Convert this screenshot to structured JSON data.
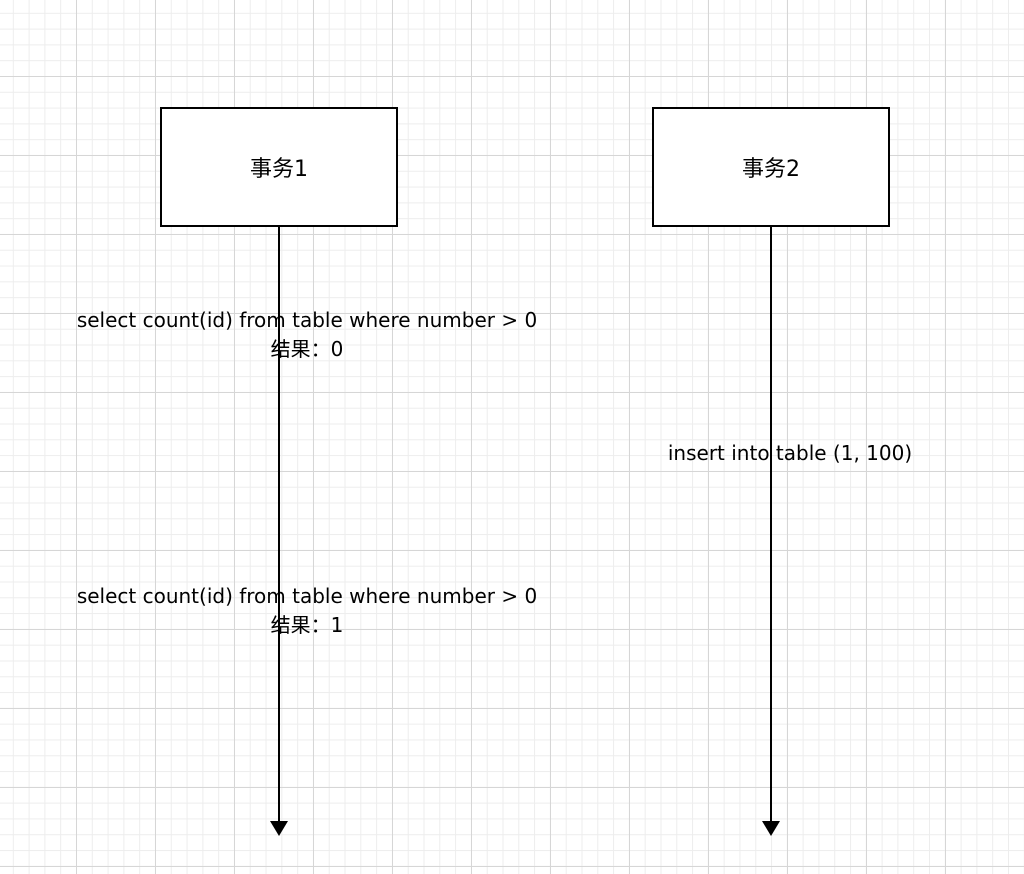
{
  "diagram": {
    "transaction_1": {
      "title": "事务1",
      "query_1": {
        "sql": "select count(id) from table where number > 0",
        "result": "结果：0"
      },
      "query_2": {
        "sql": "select count(id) from table where number > 0",
        "result": "结果：1"
      }
    },
    "transaction_2": {
      "title": "事务2",
      "statement": {
        "sql": "insert into table (1, 100)"
      }
    },
    "colors": {
      "line": "#000000",
      "box_fill": "#ffffff",
      "grid": "#d6d6d6"
    }
  }
}
